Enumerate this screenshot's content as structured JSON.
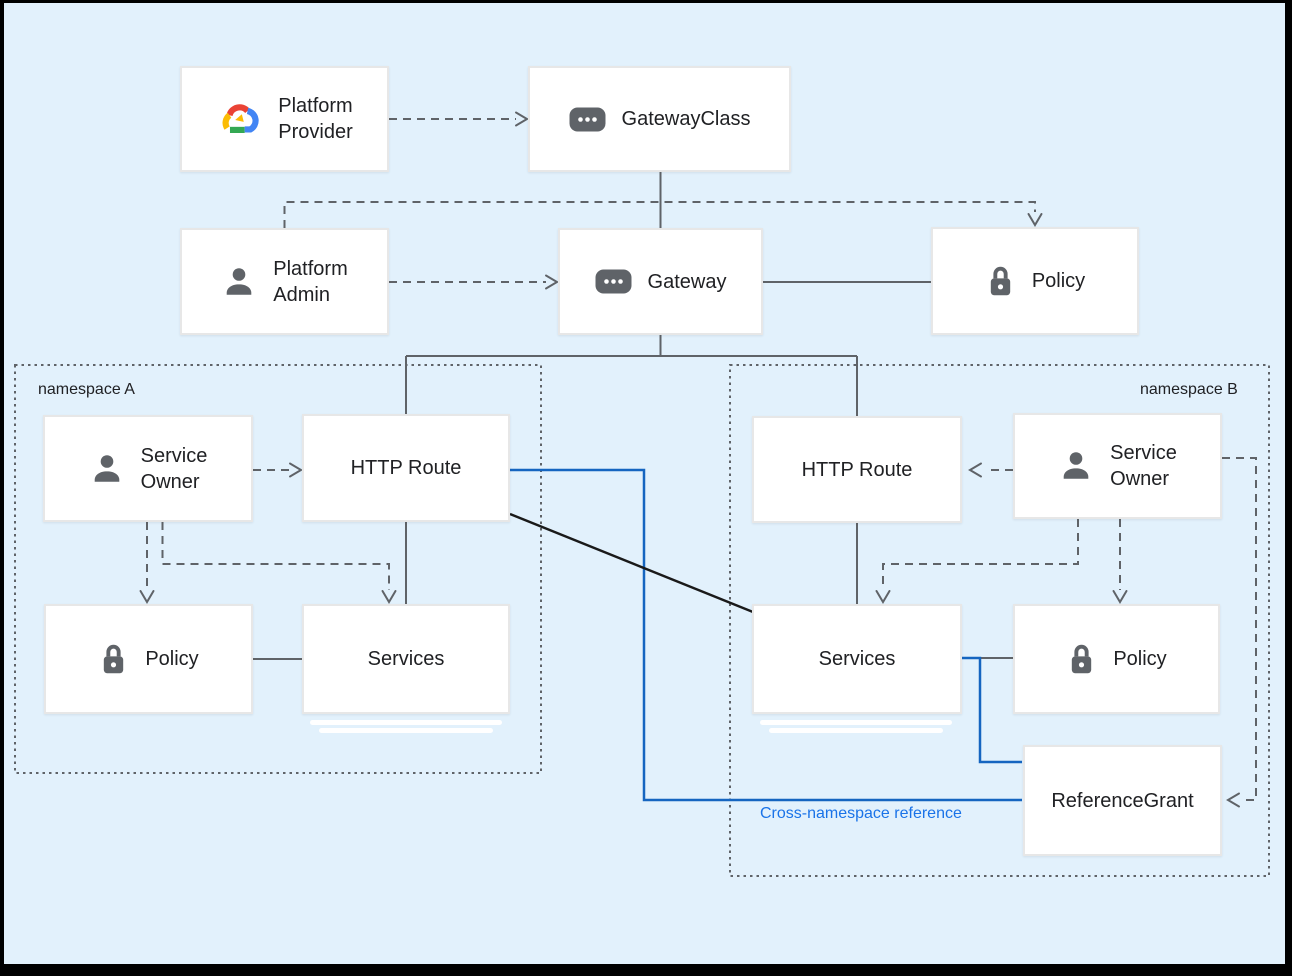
{
  "canvas": {
    "background_color": "#e2f1fc",
    "frame_color": "#000000"
  },
  "colors": {
    "box_fill": "#ffffff",
    "box_border": "#e7e7e7",
    "connector_gray": "#5f6368",
    "connector_blue": "#1565c0",
    "connector_black": "#1a1a1a",
    "label_text": "#202124",
    "blue_label_text": "#1a73e8",
    "icon_gray": "#5f6368",
    "gcp_logo": {
      "red": "#ea4335",
      "yellow": "#fbbc04",
      "green": "#34a853",
      "blue": "#4285f4"
    }
  },
  "nodes": {
    "platform_provider": {
      "line1": "Platform",
      "line2": "Provider",
      "icon": "google-cloud-logo-icon"
    },
    "gateway_class": {
      "label": "GatewayClass",
      "icon": "resource-chip-icon"
    },
    "platform_admin": {
      "line1": "Platform",
      "line2": "Admin",
      "icon": "person-icon"
    },
    "gateway": {
      "label": "Gateway",
      "icon": "resource-chip-icon"
    },
    "policy_cluster": {
      "label": "Policy",
      "icon": "lock-icon"
    },
    "service_owner_a": {
      "line1": "Service",
      "line2": "Owner",
      "icon": "person-icon"
    },
    "http_route_a": {
      "label": "HTTP Route"
    },
    "policy_a": {
      "label": "Policy",
      "icon": "lock-icon"
    },
    "services_a": {
      "label": "Services"
    },
    "http_route_b": {
      "label": "HTTP Route"
    },
    "service_owner_b": {
      "line1": "Service",
      "line2": "Owner",
      "icon": "person-icon"
    },
    "services_b": {
      "label": "Services"
    },
    "policy_b": {
      "label": "Policy",
      "icon": "lock-icon"
    },
    "reference_grant": {
      "label": "ReferenceGrant"
    }
  },
  "groups": {
    "namespace_a": {
      "label": "namespace A"
    },
    "namespace_b": {
      "label": "namespace B"
    }
  },
  "annotations": {
    "cross_namespace": "Cross-namespace reference"
  }
}
